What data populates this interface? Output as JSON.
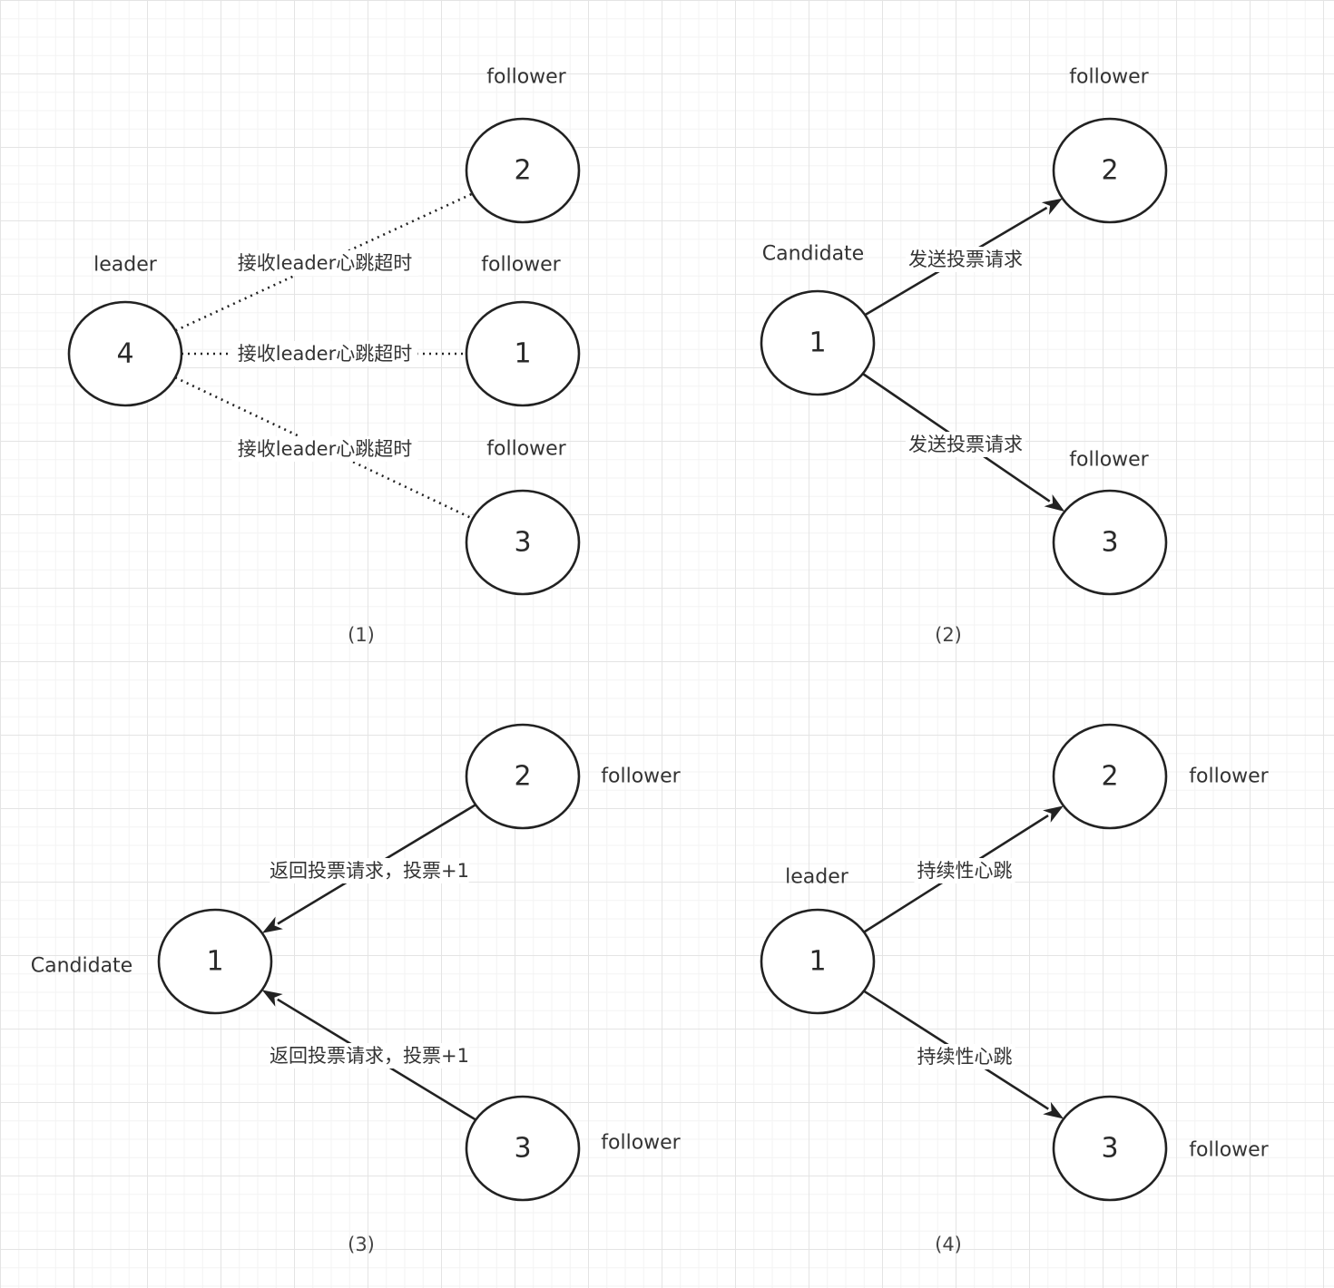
{
  "panels": [
    {
      "caption": "(1)",
      "nodes": [
        {
          "id": "4",
          "label": "4",
          "role": "leader"
        },
        {
          "id": "2",
          "label": "2",
          "role": "follower"
        },
        {
          "id": "1",
          "label": "1",
          "role": "follower"
        },
        {
          "id": "3",
          "label": "3",
          "role": "follower"
        }
      ],
      "edges": [
        {
          "from": "4",
          "to": "2",
          "label": "接收leader心跳超时",
          "style": "dotted"
        },
        {
          "from": "4",
          "to": "1",
          "label": "接收leader心跳超时",
          "style": "dotted"
        },
        {
          "from": "4",
          "to": "3",
          "label": "接收leader心跳超时",
          "style": "dotted"
        }
      ]
    },
    {
      "caption": "(2)",
      "nodes": [
        {
          "id": "1",
          "label": "1",
          "role": "Candidate"
        },
        {
          "id": "2",
          "label": "2",
          "role": "follower"
        },
        {
          "id": "3",
          "label": "3",
          "role": "follower"
        }
      ],
      "edges": [
        {
          "from": "1",
          "to": "2",
          "label": "发送投票请求",
          "style": "arrow"
        },
        {
          "from": "1",
          "to": "3",
          "label": "发送投票请求",
          "style": "arrow"
        }
      ]
    },
    {
      "caption": "(3)",
      "nodes": [
        {
          "id": "1",
          "label": "1",
          "role": "Candidate"
        },
        {
          "id": "2",
          "label": "2",
          "role": "follower"
        },
        {
          "id": "3",
          "label": "3",
          "role": "follower"
        }
      ],
      "edges": [
        {
          "from": "2",
          "to": "1",
          "label": "返回投票请求，投票+1",
          "style": "arrow"
        },
        {
          "from": "3",
          "to": "1",
          "label": "返回投票请求，投票+1",
          "style": "arrow"
        }
      ]
    },
    {
      "caption": "(4)",
      "nodes": [
        {
          "id": "1",
          "label": "1",
          "role": "leader"
        },
        {
          "id": "2",
          "label": "2",
          "role": "follower"
        },
        {
          "id": "3",
          "label": "3",
          "role": "follower"
        }
      ],
      "edges": [
        {
          "from": "1",
          "to": "2",
          "label": "持续性心跳",
          "style": "arrow"
        },
        {
          "from": "1",
          "to": "3",
          "label": "持续性心跳",
          "style": "arrow"
        }
      ]
    }
  ]
}
